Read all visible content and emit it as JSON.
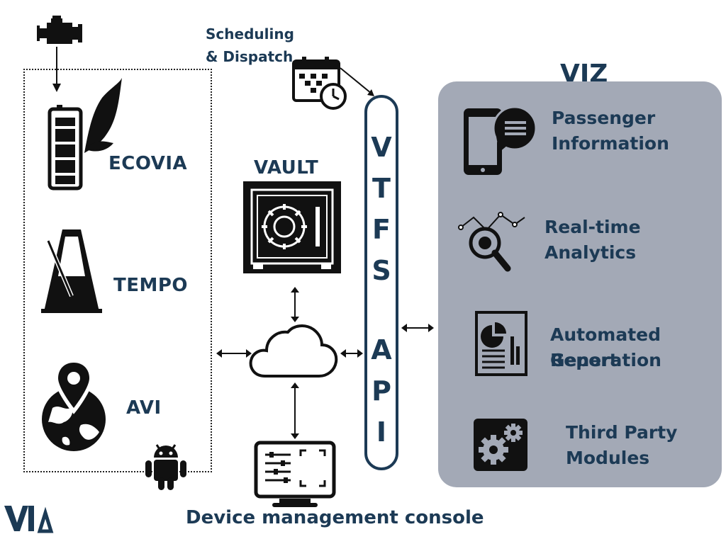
{
  "modules": {
    "ecovia": "ECOVIA",
    "tempo": "TEMPO",
    "avi": "AVI"
  },
  "vault_label": "VAULT",
  "scheduling": {
    "line1": "Scheduling",
    "line2": "& Dispatch"
  },
  "api_letters": [
    "V",
    "T",
    "F",
    "S",
    "A",
    "P",
    "I"
  ],
  "viz": {
    "title": "VIZ",
    "items": [
      {
        "line1": "Passenger",
        "line2": "Information",
        "icon": "smartphone-chat-icon"
      },
      {
        "line1": "Real-time",
        "line2": "Analytics",
        "icon": "analytics-magnifier-icon"
      },
      {
        "line1": "Automated Report",
        "line2": "Generation",
        "icon": "report-document-icon"
      },
      {
        "line1": "Third Party",
        "line2": "Modules",
        "icon": "gears-icon"
      }
    ]
  },
  "console_label": "Device management console",
  "colors": {
    "primary": "#1c3a55",
    "viz_panel": "#a3a9b6",
    "icon": "#1a1a1a"
  }
}
